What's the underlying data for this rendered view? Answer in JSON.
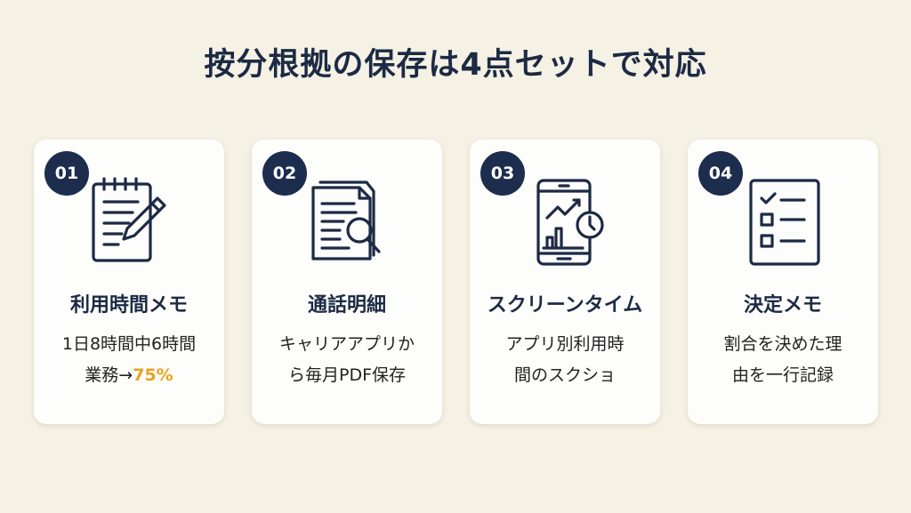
{
  "title": "按分根拠の保存は4点セットで対応",
  "colors": {
    "background": "#f5f1e4",
    "navy": "#1c2d4d",
    "accent": "#e9a21c"
  },
  "cards": [
    {
      "number": "01",
      "icon": "notepad-pencil-icon",
      "title": "利用時間メモ",
      "line1": "1日8時間中6時間",
      "line2_prefix": "業務→",
      "line2_highlight": "75%"
    },
    {
      "number": "02",
      "icon": "document-magnifier-icon",
      "title": "通話明細",
      "line1": "キャリアアプリか",
      "line2": "ら毎月PDF保存"
    },
    {
      "number": "03",
      "icon": "phone-chart-clock-icon",
      "title": "スクリーンタイム",
      "line1": "アプリ別利用時",
      "line2": "間のスクショ"
    },
    {
      "number": "04",
      "icon": "checklist-icon",
      "title": "決定メモ",
      "line1": "割合を決めた理",
      "line2": "由を一行記録"
    }
  ]
}
